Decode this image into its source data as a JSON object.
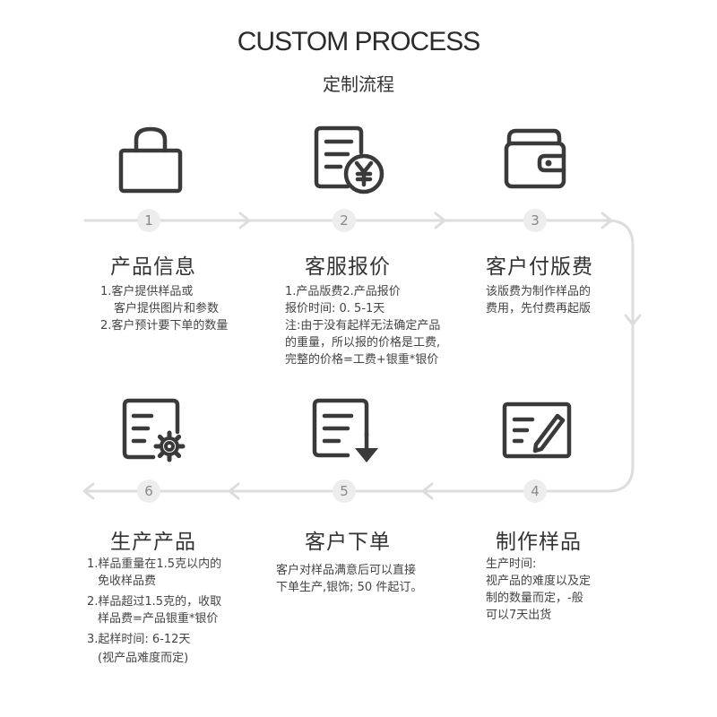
{
  "header": {
    "title": "CUSTOM PROCESS",
    "subtitle": "定制流程"
  },
  "steps": [
    {
      "number": "1",
      "title": "产品信息",
      "icon": "shopping-bag-icon",
      "lines": [
        "1.客户提供样品或",
        "客户提供图片和参数",
        "2.客户预计要下单的数量"
      ]
    },
    {
      "number": "2",
      "title": "客服报价",
      "icon": "quote-document-yen-icon",
      "lines": [
        "1.产品版费2.产品报价",
        "报价时间: 0. 5-1天",
        "注:由于没有起样无法确定产品",
        "的重量，所以报的价格是工费,",
        "完整的价格=工费+银重*银价"
      ]
    },
    {
      "number": "3",
      "title": "客户付版费",
      "icon": "wallet-icon",
      "lines": [
        "该版费为制作样品的",
        "费用，先付费再起版"
      ]
    },
    {
      "number": "4",
      "title": "制作样品",
      "icon": "edit-form-icon",
      "lines": [
        "生产时间:",
        "视产品的难度以及定",
        "制的数量而定，-般",
        "可以7天出货"
      ]
    },
    {
      "number": "5",
      "title": "客户下单",
      "icon": "order-download-icon",
      "lines": [
        "客户对样品满意后可以直接",
        "下单生产,银饰; 50 件起订。"
      ]
    },
    {
      "number": "6",
      "title": "生产产品",
      "icon": "production-gear-icon",
      "lines": [
        "1.样品重量在1.5克以内的",
        "免收样品费",
        "2.样品超过1.5克的，收取",
        "样品费=产品银重*银价",
        "3.起样时间: 6-12天",
        "(视产品难度而定)"
      ]
    }
  ],
  "colors": {
    "line": "#dddddd",
    "icon": "#3a3a3a",
    "number_bg": "#ededed",
    "number_text": "#888888"
  }
}
